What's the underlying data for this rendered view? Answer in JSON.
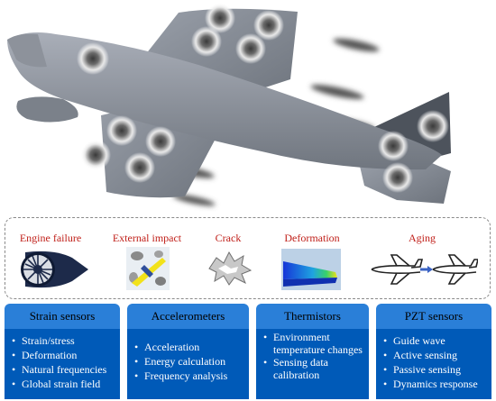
{
  "faults": [
    {
      "label": "Engine failure",
      "icon": "jet-engine-icon"
    },
    {
      "label": "External impact",
      "icon": "impact-debris-icon"
    },
    {
      "label": "Crack",
      "icon": "crack-icon"
    },
    {
      "label": "Deformation",
      "icon": "deformation-map-icon"
    },
    {
      "label": "Aging",
      "icon": "aircraft-aging-icon"
    }
  ],
  "sensors": [
    {
      "title": "Strain sensors",
      "items": [
        "Strain/stress",
        "Deformation",
        "Natural frequencies",
        "Global strain field"
      ]
    },
    {
      "title": "Accelerometers",
      "items": [
        "Acceleration",
        "Energy calculation",
        "Frequency analysis"
      ]
    },
    {
      "title": "Thermistors",
      "items": [
        "Environment temperature changes",
        "Sensing data calibration"
      ]
    },
    {
      "title": "PZT sensors",
      "items": [
        "Guide wave",
        "Active sensing",
        "Passive sensing",
        "Dynamics response"
      ]
    }
  ],
  "colors": {
    "header": "#2a7fd8",
    "body": "#005ab8",
    "fault_label": "#c0201a",
    "aircraft": "#7d8491"
  }
}
